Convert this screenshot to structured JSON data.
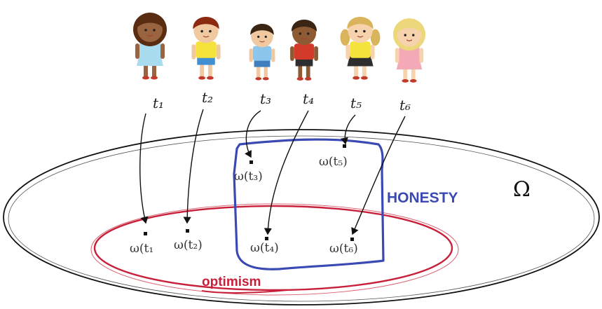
{
  "children": [
    {
      "label": "t₁",
      "hair": "#5a2d12",
      "skin": "#9a6440",
      "shirt": "#a9dcef",
      "legs": "#a9dcef",
      "style": "curly"
    },
    {
      "label": "t₂",
      "hair": "#8a2a10",
      "skin": "#f1c9a1",
      "shirt": "#f5e23a",
      "legs": "#3f8fd2",
      "style": "short"
    },
    {
      "label": "t₃",
      "hair": "#3a2414",
      "skin": "#f1c9a1",
      "shirt": "#8cc6ec",
      "legs": "#3f7fc0",
      "style": "short"
    },
    {
      "label": "t₄",
      "hair": "#3a2414",
      "skin": "#8d5a34",
      "shirt": "#d33a2a",
      "legs": "#2e2e2e",
      "style": "short"
    },
    {
      "label": "t₅",
      "hair": "#d9b45a",
      "skin": "#f6d3ad",
      "shirt": "#f4e33a",
      "legs": "#2e2e2e",
      "style": "pigtails"
    },
    {
      "label": "t₆",
      "hair": "#ecd77a",
      "skin": "#f6d3ad",
      "shirt": "#f3a9b6",
      "legs": "#f3a9b6",
      "style": "long"
    }
  ],
  "points": [
    {
      "label": "ω(t₁"
    },
    {
      "label": "ω(t₂)"
    },
    {
      "label": "ω(t₃)"
    },
    {
      "label": "ω(t₄)"
    },
    {
      "label": "ω(t₅)"
    },
    {
      "label": "ω(t₆)"
    }
  ],
  "sets": {
    "universe": {
      "label": "Ω",
      "color": "#111111"
    },
    "honesty": {
      "label": "HONESTY",
      "color": "#3b49b3"
    },
    "optimism": {
      "label": "optimism",
      "color": "#c8203a"
    }
  }
}
